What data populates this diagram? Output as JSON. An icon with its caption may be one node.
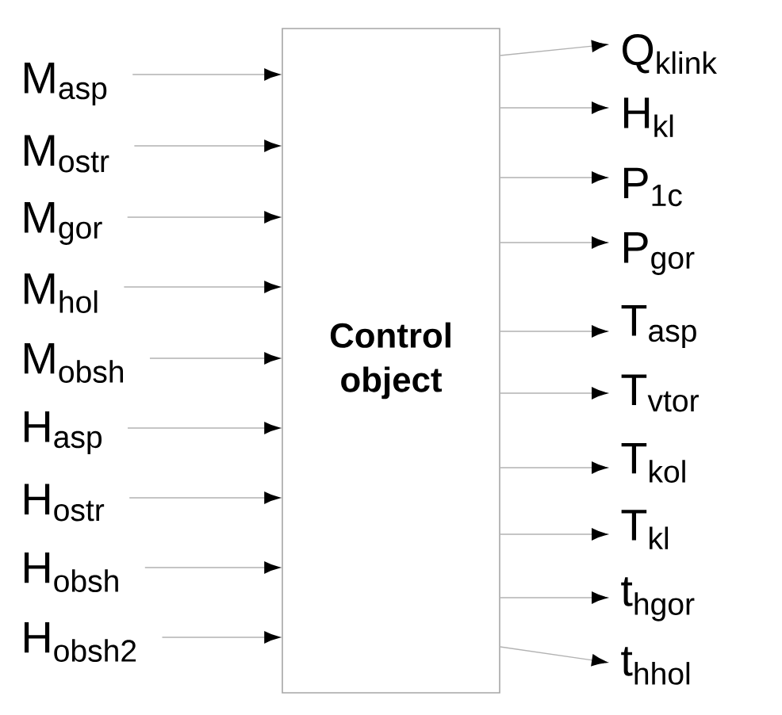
{
  "diagram": {
    "nodes": [
      {
        "text": [
          "M$_{asp}$"
        ]
      },
      {
        "text": [
          "M$_{ostr}$"
        ]
      },
      {
        "text": [
          "M$_{gor}$"
        ]
      },
      {
        "text": [
          "M$_{hol}$"
        ]
      },
      {
        "text": [
          "M$_{obsh}$"
        ]
      },
      {
        "text": [
          "H$_{asp}$"
        ]
      },
      {
        "text": [
          "H$_{ostr}$"
        ]
      },
      {
        "text": [
          "H$_{obsh}$"
        ]
      },
      {
        "text": [
          "H$_{obsh2}$"
        ]
      },
      {
        "text": [
          "Control object"
        ]
      },
      {
        "text": [
          "Q$_{klink}$"
        ]
      },
      {
        "text": [
          "H$_{kl}$"
        ]
      },
      {
        "text": [
          "P$_{1c}$"
        ]
      },
      {
        "text": [
          "P$_{gor}$"
        ]
      },
      {
        "text": [
          "T$_{asp}$"
        ]
      },
      {
        "text": [
          "T$_{vtor}$"
        ]
      },
      {
        "text": [
          "T$_{kol}$"
        ]
      },
      {
        "text": [
          "T$_{kl}$"
        ]
      },
      {
        "text": [
          "t$_{hgor}$"
        ]
      },
      {
        "text": [
          "t$_{hhol}$"
        ]
      }
    ],
    "edges": [
      {
        "from": 0,
        "to": 9,
        "arrow": "to"
      },
      {
        "from": 1,
        "to": 9,
        "arrow": "to"
      },
      {
        "from": 2,
        "to": 9,
        "arrow": "to"
      },
      {
        "from": 3,
        "to": 9,
        "arrow": "to"
      },
      {
        "from": 4,
        "to": 9,
        "arrow": "to"
      },
      {
        "from": 5,
        "to": 9,
        "arrow": "to"
      },
      {
        "from": 6,
        "to": 9,
        "arrow": "to"
      },
      {
        "from": 7,
        "to": 9,
        "arrow": "to"
      },
      {
        "from": 8,
        "to": 9,
        "arrow": "to"
      },
      {
        "from": 9,
        "to": 10,
        "arrow": "to"
      },
      {
        "from": 9,
        "to": 11,
        "arrow": "to"
      },
      {
        "from": 9,
        "to": 12,
        "arrow": "to"
      },
      {
        "from": 9,
        "to": 13,
        "arrow": "to"
      },
      {
        "from": 9,
        "to": 14,
        "arrow": "to"
      },
      {
        "from": 9,
        "to": 15,
        "arrow": "to"
      },
      {
        "from": 9,
        "to": 16,
        "arrow": "to"
      },
      {
        "from": 9,
        "to": 17,
        "arrow": "to"
      },
      {
        "from": 9,
        "to": 18,
        "arrow": "to"
      },
      {
        "from": 9,
        "to": 19,
        "arrow": "to"
      }
    ]
  }
}
